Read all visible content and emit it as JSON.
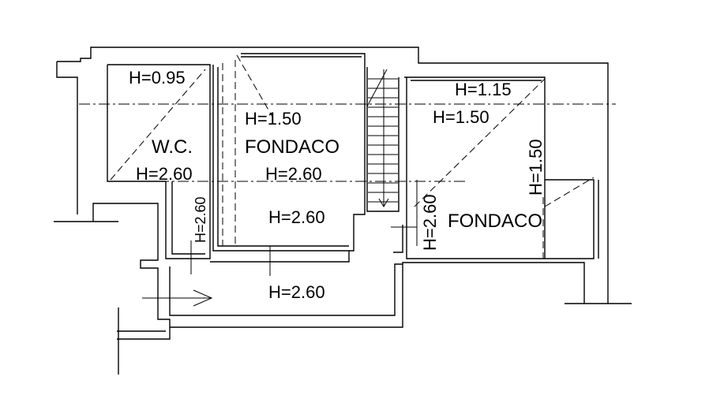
{
  "labels": {
    "wc_h_top": "H=0.95",
    "wc_name": "W.C.",
    "wc_h_bottom": "H=2.60",
    "corridor_vertical": "H=2.60",
    "fondaco1_h_top": "H=1.50",
    "fondaco1_name": "FONDACO",
    "fondaco1_h_mid": "H=2.60",
    "fondaco1_h_bottom": "H=2.60",
    "passage_h": "H=2.60",
    "fondaco2_h_top": "H=1.15",
    "fondaco2_h_second": "H=1.50",
    "fondaco2_h_vertical_right": "H=1.50",
    "fondaco2_h_vertical_left": "H=2.60",
    "fondaco2_name": "FONDACO"
  }
}
